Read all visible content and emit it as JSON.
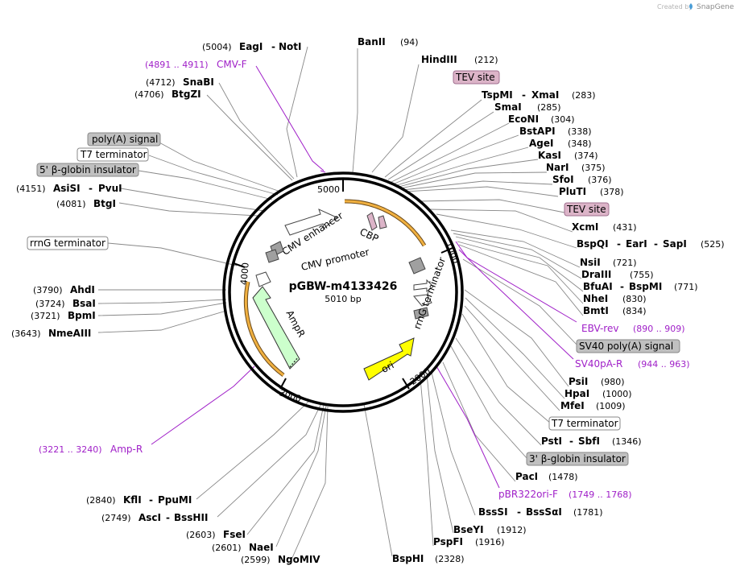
{
  "credit": "Created by",
  "brand": "SnapGene",
  "plasmid": {
    "name": "pGBW-m4133426",
    "length": "5010 bp"
  },
  "ticks": [
    "1000",
    "2000",
    "3000",
    "4000",
    "5000"
  ],
  "features": {
    "cmv_enhancer": "CMV enhancer",
    "cmv_promoter": "CMV promoter",
    "cbp": "CBP",
    "rrng": "rrnG terminator",
    "ampr": "AmpR",
    "ori": "ori"
  },
  "sites": [
    {
      "name": "EagI",
      "name2": "NotI",
      "pos": "(5004)"
    },
    {
      "name": "SnaBI",
      "pos": "(4712)"
    },
    {
      "name": "BtgZI",
      "pos": "(4706)"
    },
    {
      "name": "AsiSI",
      "name2": "PvuI",
      "pos": "(4151)"
    },
    {
      "name": "BtgI",
      "pos": "(4081)"
    },
    {
      "name": "AhdI",
      "pos": "(3790)"
    },
    {
      "name": "BsaI",
      "pos": "(3724)"
    },
    {
      "name": "BpmI",
      "pos": "(3721)"
    },
    {
      "name": "NmeAIII",
      "pos": "(3643)"
    },
    {
      "name": "KflI",
      "name2": "PpuMI",
      "pos": "(2840)"
    },
    {
      "name": "AscI",
      "name2": "BssHII",
      "pos": "(2749)"
    },
    {
      "name": "FseI",
      "pos": "(2603)"
    },
    {
      "name": "NaeI",
      "pos": "(2601)"
    },
    {
      "name": "NgoMIV",
      "pos": "(2599)"
    },
    {
      "name": "BanII",
      "pos": "(94)"
    },
    {
      "name": "HindIII",
      "pos": "(212)"
    },
    {
      "name": "TspMI",
      "name2": "XmaI",
      "pos": "(283)"
    },
    {
      "name": "SmaI",
      "pos": "(285)"
    },
    {
      "name": "EcoNI",
      "pos": "(304)"
    },
    {
      "name": "BstAPI",
      "pos": "(338)"
    },
    {
      "name": "AgeI",
      "pos": "(348)"
    },
    {
      "name": "KasI",
      "pos": "(374)"
    },
    {
      "name": "NarI",
      "pos": "(375)"
    },
    {
      "name": "SfoI",
      "pos": "(376)"
    },
    {
      "name": "PluTI",
      "pos": "(378)"
    },
    {
      "name": "XcmI",
      "pos": "(431)"
    },
    {
      "name": "BspQI",
      "name2": "EarI",
      "name3": "SapI",
      "pos": "(525)"
    },
    {
      "name": "NsiI",
      "pos": "(721)"
    },
    {
      "name": "DraIII",
      "pos": "(755)"
    },
    {
      "name": "BfuAI",
      "name2": "BspMI",
      "pos": "(771)"
    },
    {
      "name": "NheI",
      "pos": "(830)"
    },
    {
      "name": "BmtI",
      "pos": "(834)"
    },
    {
      "name": "PsiI",
      "pos": "(980)"
    },
    {
      "name": "HpaI",
      "pos": "(1000)"
    },
    {
      "name": "MfeI",
      "pos": "(1009)"
    },
    {
      "name": "PstI",
      "name2": "SbfI",
      "pos": "(1346)"
    },
    {
      "name": "PacI",
      "pos": "(1478)"
    },
    {
      "name": "BssSI",
      "name2": "BssSαI",
      "pos": "(1781)"
    },
    {
      "name": "BseYI",
      "pos": "(1912)"
    },
    {
      "name": "PspFI",
      "pos": "(1916)"
    },
    {
      "name": "BspHI",
      "pos": "(2328)"
    }
  ],
  "primers": [
    {
      "name": "CMV-F",
      "range": "(4891 .. 4911)"
    },
    {
      "name": "EBV-rev",
      "range": "(890 .. 909)"
    },
    {
      "name": "SV40pA-R",
      "range": "(944 .. 963)"
    },
    {
      "name": "pBR322ori-F",
      "range": "(1749 .. 1768)"
    },
    {
      "name": "Amp-R",
      "range": "(3221 .. 3240)"
    }
  ],
  "boxes": [
    {
      "label": "TEV site"
    },
    {
      "label": "poly(A) signal"
    },
    {
      "label": "T7 terminator"
    },
    {
      "label": "5' β-globin insulator"
    },
    {
      "label": "rrnG terminator"
    },
    {
      "label": "TEV site"
    },
    {
      "label": "SV40 poly(A) signal"
    },
    {
      "label": "T7 terminator"
    },
    {
      "label": "3' β-globin insulator"
    }
  ],
  "colors": {
    "primer": "#a020c8",
    "amp": "#ccffcc",
    "ori": "#ffff00",
    "tev": "#dcb4c8",
    "gray_feature": "#a0a0a0",
    "orange_arc": "#f0b040",
    "logo_blue": "#4a9ed8"
  }
}
